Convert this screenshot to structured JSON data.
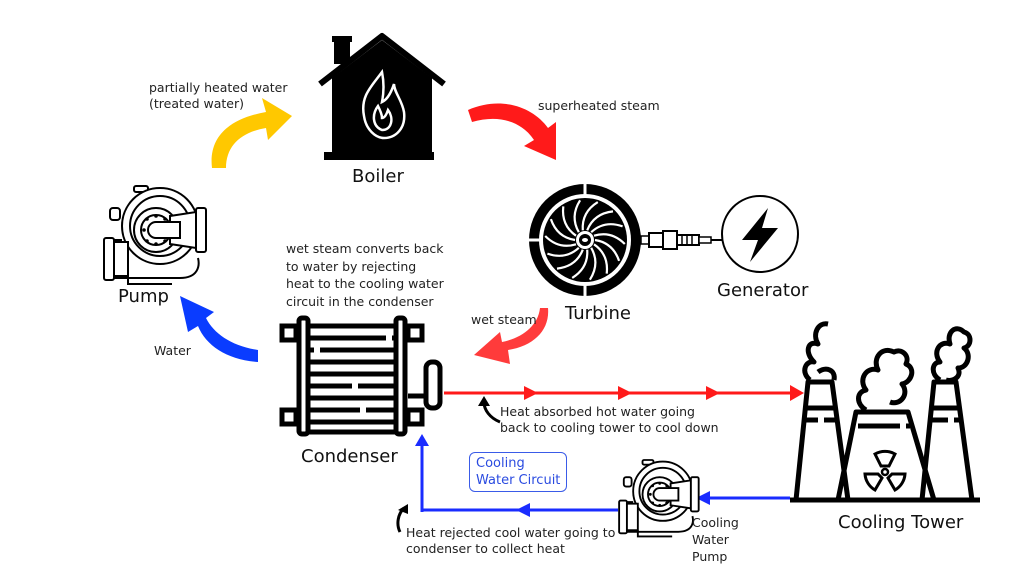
{
  "diagram": {
    "title": "Steam power plant cycle",
    "colors": {
      "background": "#ffffff",
      "hot_red": "#ff1a1a",
      "cold_blue": "#1a2cff",
      "feed_yellow": "#ffc800",
      "wet_steam_red": "#ff3b3b",
      "return_blue": "#0a3cff",
      "text": "#1a1a1a",
      "circuit_label": "#2a4be0"
    },
    "components": {
      "boiler": {
        "label": "Boiler",
        "icon": "house-flame-icon"
      },
      "turbine": {
        "label": "Turbine",
        "icon": "turbine-fan-icon"
      },
      "generator": {
        "label": "Generator",
        "icon": "lightning-bolt-icon"
      },
      "condenser": {
        "label": "Condenser",
        "icon": "heat-exchanger-icon"
      },
      "pump": {
        "label": "Pump",
        "icon": "centrifugal-pump-icon"
      },
      "cooling_tower": {
        "label": "Cooling Tower",
        "icon": "cooling-tower-icon"
      },
      "cooling_water_pump": {
        "label_lines": [
          "Cooling",
          "Water",
          "Pump"
        ],
        "icon": "centrifugal-pump-icon"
      }
    },
    "flows": {
      "pump_to_boiler": {
        "label_lines": [
          "partially heated water",
          "(treated water)"
        ],
        "color": "yellow"
      },
      "boiler_to_turbine": {
        "label": "superheated steam",
        "color": "red"
      },
      "turbine_to_condenser": {
        "label": "wet steam",
        "color": "red"
      },
      "condenser_to_pump": {
        "label": "Water",
        "color": "blue"
      },
      "condenser_note": {
        "label_lines": [
          "wet steam converts back",
          "to water by rejecting",
          "heat to the cooling water",
          "circuit  in the condenser"
        ]
      },
      "hot_water_line": {
        "label_lines": [
          "Heat absorbed hot water going",
          "back to cooling tower to cool down"
        ],
        "color": "red"
      },
      "cool_water_line": {
        "label_lines": [
          "Heat rejected cool water going to",
          "condenser to collect heat"
        ],
        "color": "blue"
      },
      "cooling_circuit": {
        "label_lines": [
          "Cooling",
          "Water Circuit"
        ]
      }
    }
  }
}
